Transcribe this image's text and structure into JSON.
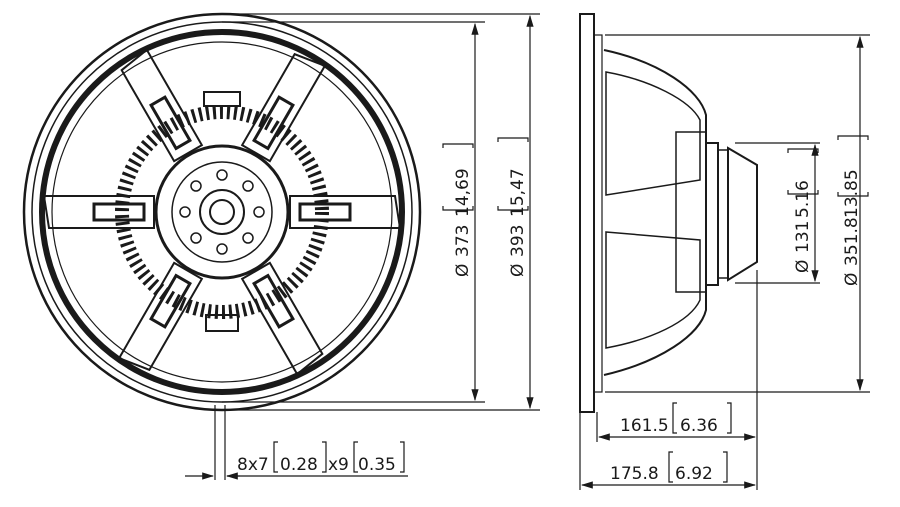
{
  "title": "Loudspeaker dimensional drawing",
  "front_view": {
    "diameter_inner": {
      "symbol": "Ø",
      "mm": "373",
      "inch": "14,69"
    },
    "diameter_outer": {
      "symbol": "Ø",
      "mm": "393",
      "inch": "15,47"
    },
    "mounting_holes": {
      "count_mm": "8x7",
      "inch1": "0.28",
      "x": "x9",
      "inch2": "0.35"
    }
  },
  "side_view": {
    "magnet_diameter": {
      "symbol": "Ø",
      "mm": "131",
      "inch": "5.16"
    },
    "baffle_cutout": {
      "symbol": "Ø",
      "mm": "351.8",
      "inch": "13.85"
    },
    "depth_inner": {
      "mm": "161.5",
      "inch": "6.36"
    },
    "depth_total": {
      "mm": "175.8",
      "inch": "6.92"
    }
  }
}
